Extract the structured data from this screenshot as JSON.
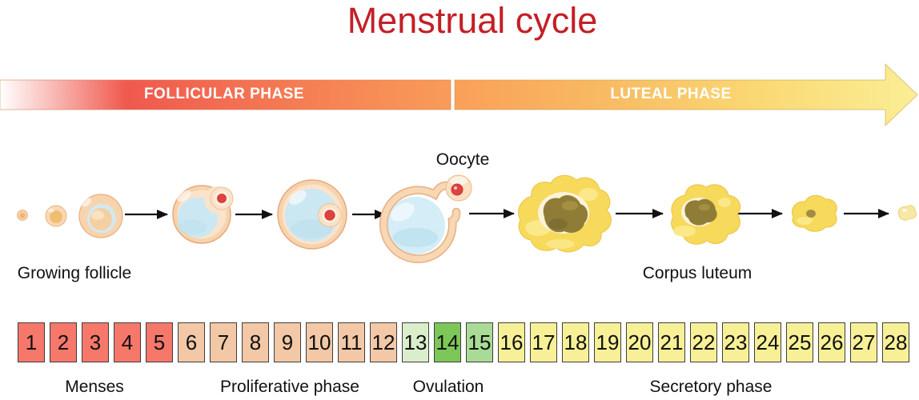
{
  "title": "Menstrual cycle",
  "banner": {
    "follicular": "FOLLICULAR PHASE",
    "luteal": "LUTEAL PHASE"
  },
  "illustration": {
    "oocyte": "Oocyte",
    "growing_follicle": "Growing follicle",
    "corpus_luteum": "Corpus luteum"
  },
  "day_strip": {
    "days": [
      {
        "n": 1,
        "phase": "menses"
      },
      {
        "n": 2,
        "phase": "menses"
      },
      {
        "n": 3,
        "phase": "menses"
      },
      {
        "n": 4,
        "phase": "menses"
      },
      {
        "n": 5,
        "phase": "menses"
      },
      {
        "n": 6,
        "phase": "proliferative"
      },
      {
        "n": 7,
        "phase": "proliferative"
      },
      {
        "n": 8,
        "phase": "proliferative"
      },
      {
        "n": 9,
        "phase": "proliferative"
      },
      {
        "n": 10,
        "phase": "proliferative"
      },
      {
        "n": 11,
        "phase": "proliferative"
      },
      {
        "n": 12,
        "phase": "proliferative"
      },
      {
        "n": 13,
        "phase": "ovulation_pre"
      },
      {
        "n": 14,
        "phase": "ovulation"
      },
      {
        "n": 15,
        "phase": "ovulation_post"
      },
      {
        "n": 16,
        "phase": "secretory"
      },
      {
        "n": 17,
        "phase": "secretory"
      },
      {
        "n": 18,
        "phase": "secretory"
      },
      {
        "n": 19,
        "phase": "secretory"
      },
      {
        "n": 20,
        "phase": "secretory"
      },
      {
        "n": 21,
        "phase": "secretory"
      },
      {
        "n": 22,
        "phase": "secretory"
      },
      {
        "n": 23,
        "phase": "secretory"
      },
      {
        "n": 24,
        "phase": "secretory"
      },
      {
        "n": 25,
        "phase": "secretory"
      },
      {
        "n": 26,
        "phase": "secretory"
      },
      {
        "n": 27,
        "phase": "secretory"
      },
      {
        "n": 28,
        "phase": "secretory"
      }
    ]
  },
  "phase_key_colors": {
    "menses": "#f5786b",
    "proliferative": "#f2c8a6",
    "ovulation_pre": "#daeecb",
    "ovulation": "#7cc758",
    "ovulation_post": "#a9db96",
    "secretory": "#f8f097"
  },
  "phase_labels": {
    "menses": "Menses",
    "proliferative": "Proliferative phase",
    "ovulation": "Ovulation",
    "secretory": "Secretory phase"
  },
  "accent_colors": {
    "title_red": "#c41f26",
    "banner_red": "#f0594e",
    "banner_orange": "#fa9f58",
    "banner_yellow": "#faee95"
  }
}
